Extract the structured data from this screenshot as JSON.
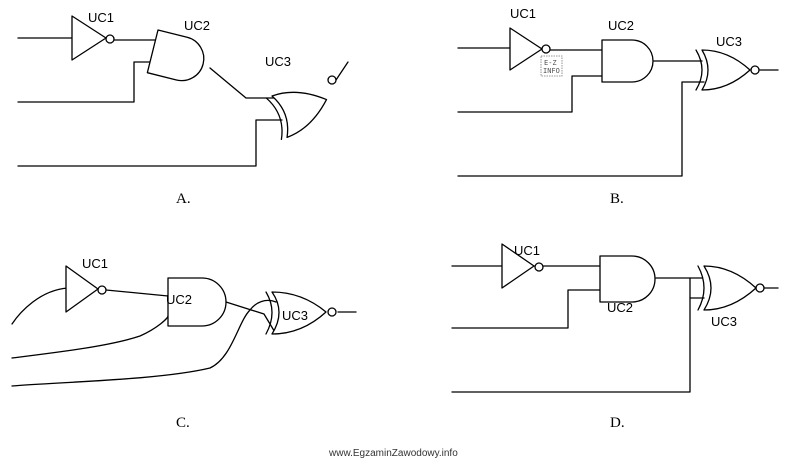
{
  "panels": [
    {
      "letter": "A.",
      "gates": {
        "inverter": "UC1",
        "and": "UC2",
        "nor": "UC3"
      }
    },
    {
      "letter": "B.",
      "gates": {
        "inverter": "UC1",
        "and": "UC2",
        "nor": "UC3"
      },
      "stamp": [
        "E-Z",
        "INFO"
      ]
    },
    {
      "letter": "C.",
      "gates": {
        "inverter": "UC1",
        "and": "UC2",
        "nor": "UC3"
      }
    },
    {
      "letter": "D.",
      "gates": {
        "inverter": "UC1",
        "and": "UC2",
        "nor": "UC3"
      }
    }
  ],
  "watermark": "www.EgzaminZawodowy.info"
}
